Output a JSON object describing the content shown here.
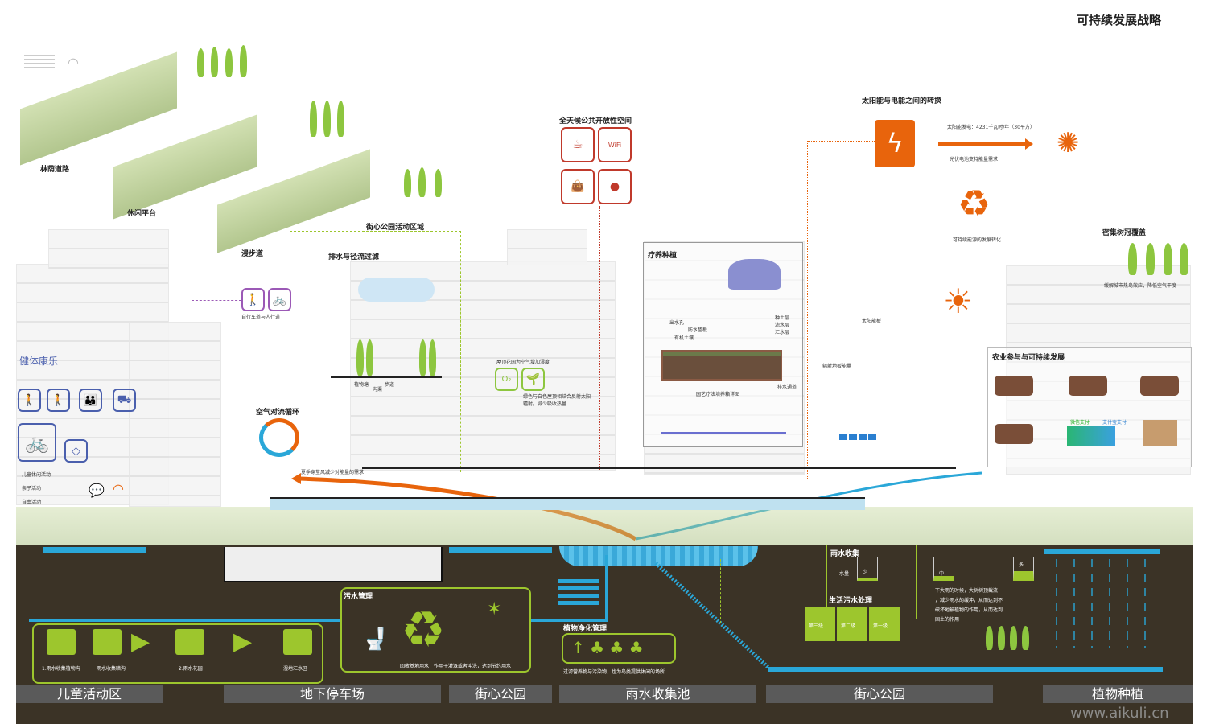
{
  "title": "可持续发展战略",
  "top": {
    "shade_road": "林荫道路",
    "leisure": "休闲平台",
    "walk": "漫步道",
    "park_area": "街心公园活动区域",
    "drainage": "排水与径流过滤",
    "open_space": "全天候公共开放性空间",
    "wifi": "WiFi"
  },
  "solar": {
    "title": "太阳能与电能之间的转换",
    "output": "太阳能发电：4231千瓦时/年（30平方）",
    "support": "光伏电池支持能量需求",
    "recycle": "可持续能源的发展转化",
    "panel": "太阳能板",
    "floor": "辐射地板能量"
  },
  "canopy": {
    "title": "密集树冠覆盖",
    "desc": "缓解城市热岛效应，降低空气干度"
  },
  "healing": {
    "title": "疗养种植",
    "detail": "园艺疗法培养箱详图",
    "labels": [
      "出水孔",
      "防水垫板",
      "有机土壤",
      "种土层",
      "滤水层",
      "汇水层",
      "排水通道"
    ]
  },
  "agri": {
    "title": "农业参与与可持续发展",
    "wechat": "微信支付",
    "alipay": "支付宝支付"
  },
  "fitness": {
    "title": "健体康乐",
    "items": [
      "儿童休闲活动",
      "亲子活动",
      "自由活动"
    ]
  },
  "bike": {
    "label": "自行车道与人行道"
  },
  "air": {
    "title": "空气对流循环",
    "wind": "夏季穿堂风减少对能量的需求"
  },
  "roof": {
    "humid": "屋顶花园为空气增加湿度",
    "reflect1": "绿色与白色屋顶相结合反射太阳",
    "reflect2": "辐射，减少吸收热量"
  },
  "section": {
    "pond": "植物塘",
    "ditch": "沟渠",
    "path": "步道"
  },
  "under": {
    "sewage": "污水管理",
    "sewage_desc": "回收基地用水，作用于灌溉或者冲洗，达到节约用水",
    "steps": [
      "1.雨水收集植物沟",
      "雨水收集暗沟",
      "2.雨水花园",
      "湿地汇水区"
    ],
    "plant_mgmt": "植物净化管理",
    "plant_desc": "过滤营养物与污染物，也为鸟类提供休闲的场所",
    "rain": "雨水收集",
    "volume": "水量",
    "low": "少",
    "mid": "中",
    "high": "多",
    "domestic": "生活污水处理",
    "levels": [
      "第三级",
      "第二级",
      "第一级"
    ],
    "rain_desc": [
      "下大雨的时候，大树树顶截流",
      "，减少雨水的缓冲，从而达到不",
      "破坏地被植物的作用，从而达到",
      "固土的作用"
    ]
  },
  "zones": [
    "儿童活动区",
    "地下停车场",
    "街心公园",
    "雨水收集池",
    "街心公园",
    "植物种植"
  ],
  "watermark": "www.aikuli.cn",
  "colors": {
    "underground": "#3b3326",
    "green": "#9dc62d",
    "blue": "#2aa7d8",
    "orange": "#e8640c"
  }
}
